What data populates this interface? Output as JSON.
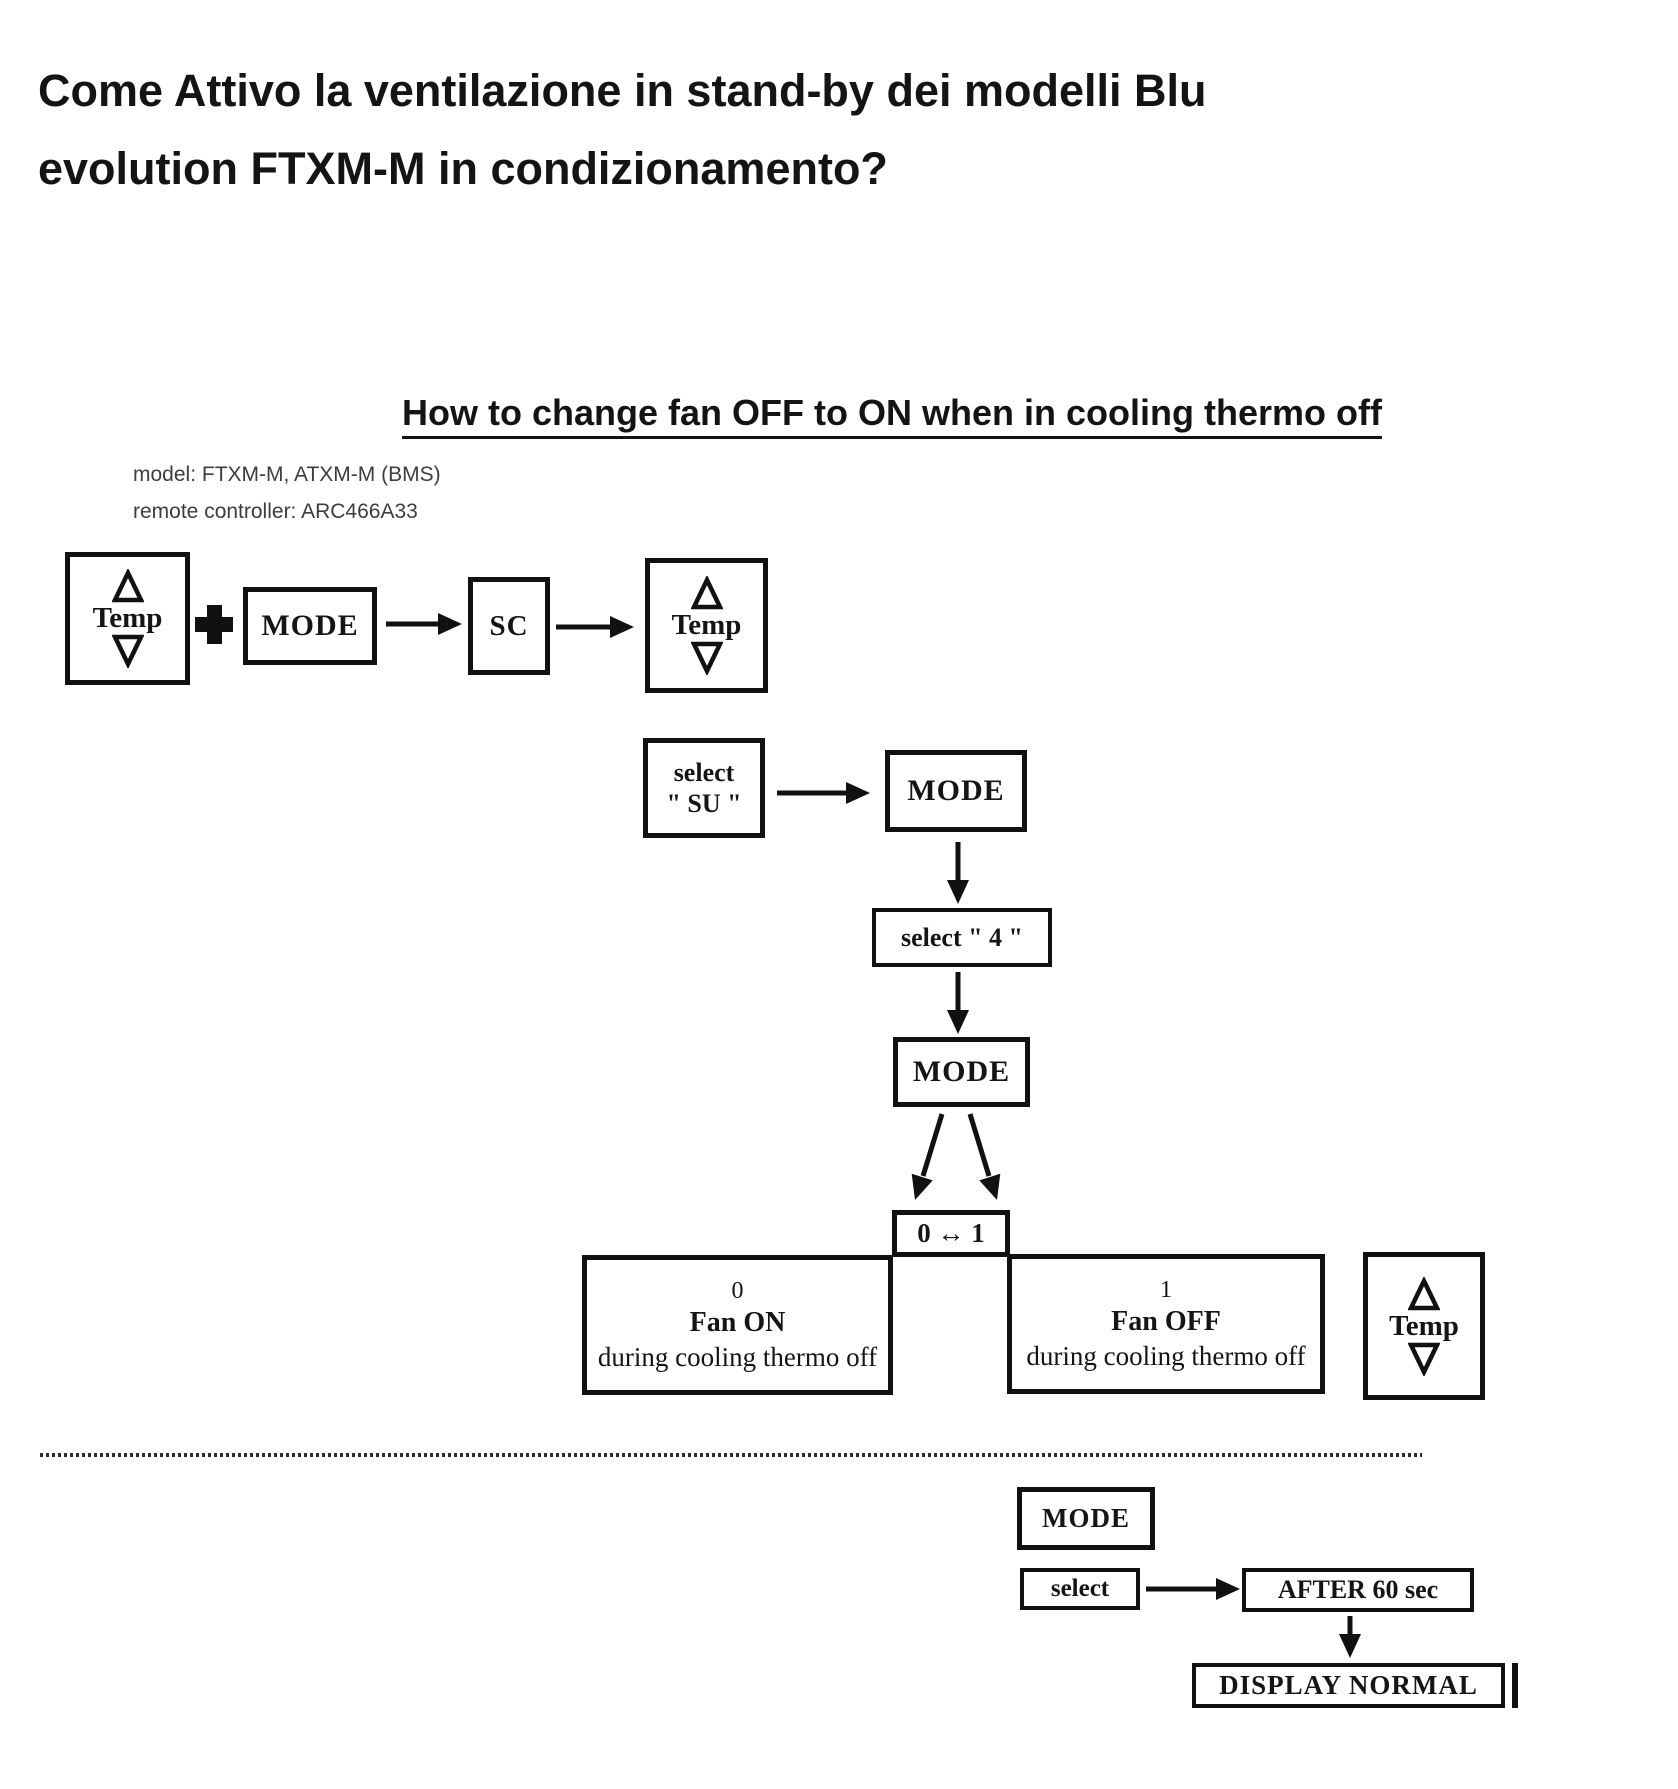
{
  "title": {
    "line1": "Come Attivo la ventilazione in stand-by dei modelli Blu",
    "line2": "evolution FTXM-M in condizionamento?"
  },
  "heading": "How to change fan OFF to ON when in cooling thermo off",
  "meta": {
    "model": "model: FTXM-M, ATXM-M (BMS)",
    "remote": "remote controller: ARC466A33"
  },
  "buttons": {
    "temp": "Temp",
    "mode": "MODE",
    "sc": "SC"
  },
  "steps": {
    "select_su_line1": "select",
    "select_su_line2": "\" SU \"",
    "select_4": "select \" 4 \"",
    "toggle": "0 ↔ 1"
  },
  "outcomes": {
    "fan_on": {
      "value": "0",
      "title": "Fan ON",
      "desc": "during cooling thermo off"
    },
    "fan_off": {
      "value": "1",
      "title": "Fan OFF",
      "desc": "during cooling thermo off"
    }
  },
  "finish": {
    "mode": "MODE",
    "select": "select",
    "after": "AFTER 60 sec",
    "display": "DISPLAY NORMAL"
  },
  "colors": {
    "ink": "#111111",
    "meta_text": "#3d3d3d",
    "background": "#ffffff"
  }
}
